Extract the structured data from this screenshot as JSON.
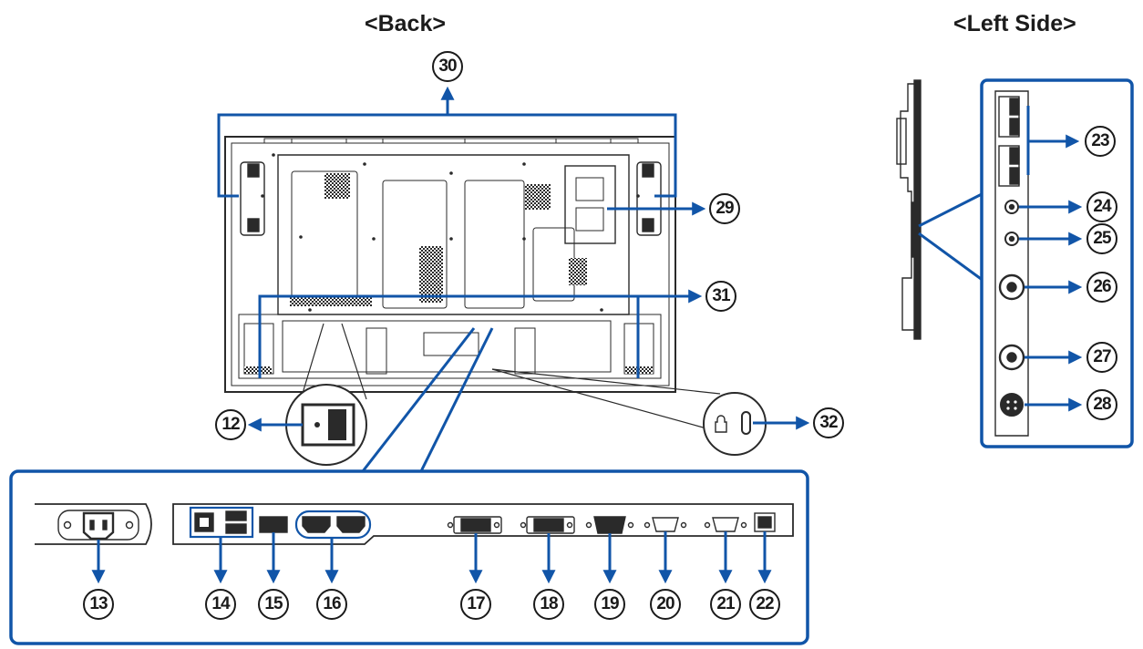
{
  "titles": {
    "back": "<Back>",
    "left_side": "<Left Side>"
  },
  "callouts": {
    "n12": "12",
    "n13": "13",
    "n14": "14",
    "n15": "15",
    "n16": "16",
    "n17": "17",
    "n18": "18",
    "n19": "19",
    "n20": "20",
    "n21": "21",
    "n22": "22",
    "n23": "23",
    "n24": "24",
    "n25": "25",
    "n26": "26",
    "n27": "27",
    "n28": "28",
    "n29": "29",
    "n30": "30",
    "n31": "31",
    "n32": "32"
  },
  "colors": {
    "callout_blue": "#1155a8",
    "line": "#2a2a2a",
    "panel_gray": "#e8e8e8"
  }
}
